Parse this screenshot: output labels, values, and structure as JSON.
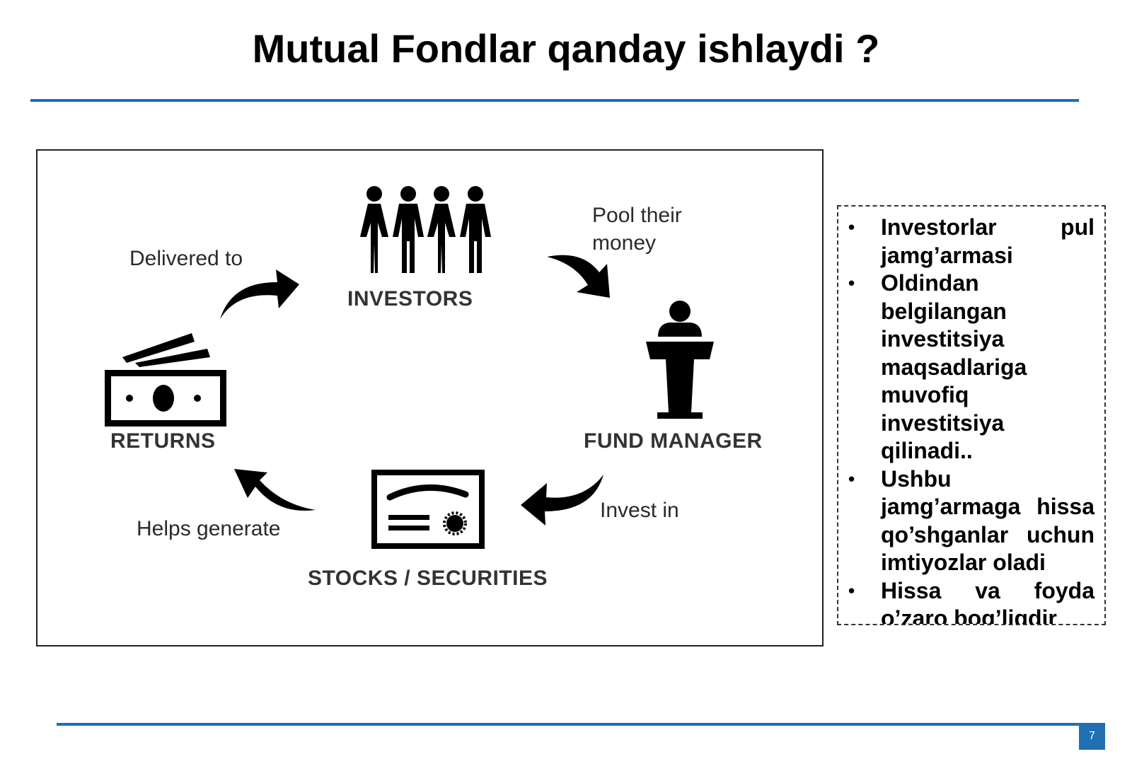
{
  "slide": {
    "title": "Mutual Fondlar qanday ishlaydi ?",
    "page_number": "7",
    "accent_color": "#1f6fb2"
  },
  "diagram": {
    "nodes": {
      "investors": "INVESTORS",
      "fund_manager": "FUND MANAGER",
      "stocks": "STOCKS / SECURITIES",
      "returns": "RETURNS"
    },
    "edges": {
      "pool_line1": "Pool their",
      "pool_line2": "money",
      "invest": "Invest in",
      "helps": "Helps generate",
      "delivered": "Delivered to"
    },
    "icons": [
      "people-group-icon",
      "podium-speaker-icon",
      "certificate-icon",
      "money-stack-icon",
      "curved-arrow-icon"
    ]
  },
  "notes": {
    "items": [
      "Investorlar pul jamg’armasi",
      "Oldindan belgilangan investitsiya maqsadlariga muvofiq investitsiya qilinadi..",
      "Ushbu jamg’armaga hissa qo’shganlar uchun imtiyozlar oladi",
      "Hissa va foyda o’zaro bog’liqdir"
    ]
  }
}
